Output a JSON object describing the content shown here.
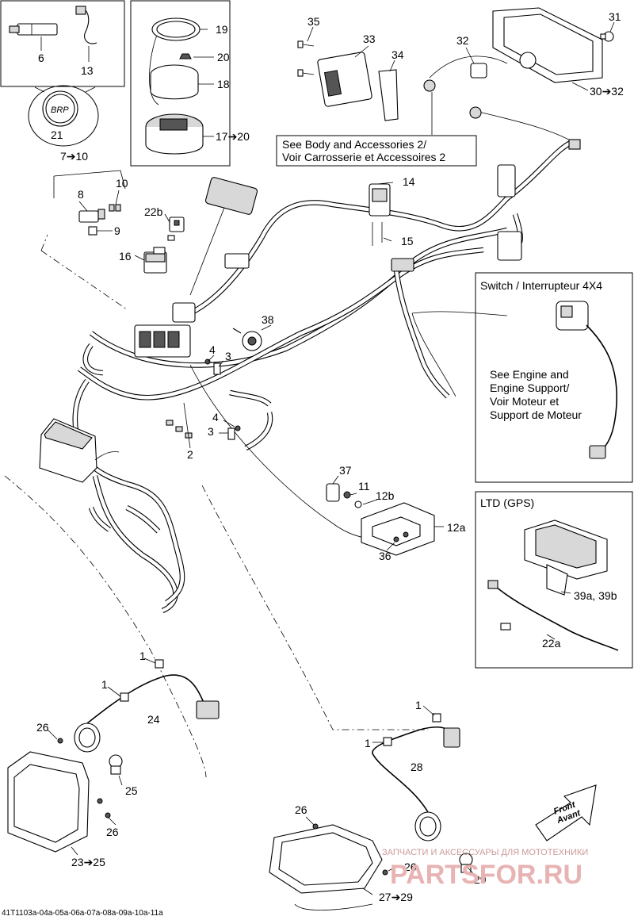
{
  "callouts": {
    "c6": "6",
    "c13": "13",
    "c21": "21",
    "c19": "19",
    "c20": "20",
    "c18": "18",
    "c17_20": "17➔20",
    "c7_10": "7➔10",
    "c8": "8",
    "c10": "10",
    "c9": "9",
    "c22b": "22b",
    "c16": "16",
    "c35": "35",
    "c33": "33",
    "c34": "34",
    "c31": "31",
    "c32": "32",
    "c30_32": "30➔32",
    "c14": "14",
    "c15": "15",
    "c38": "38",
    "c4a": "4",
    "c3a": "3",
    "c4b": "4",
    "c3b": "3",
    "c2": "2",
    "c37": "37",
    "c11": "11",
    "c12b": "12b",
    "c12a": "12a",
    "c36": "36",
    "c1a": "1",
    "c1b": "1",
    "c24": "24",
    "c26a": "26",
    "c25": "25",
    "c26b": "26",
    "c23_25": "23➔25",
    "c1c": "1",
    "c1d": "1",
    "c28": "28",
    "c26c": "26",
    "c26d": "26",
    "c29": "29",
    "c27_29": "27➔29",
    "c39": "39a, 39b",
    "c22a": "22a"
  },
  "notes": {
    "body_line1": "See Body and Accessories 2/",
    "body_line2": "Voir Carrosserie et Accessoires 2",
    "switch_title": "Switch / Interrupteur 4X4",
    "engine_line1": "See Engine and",
    "engine_line2": "Engine Support/",
    "engine_line3": "Voir Moteur et",
    "engine_line4": "Support de Moteur",
    "ltd_title": "LTD (GPS)",
    "front_line1": "Front",
    "front_line2": "Avant"
  },
  "footer": {
    "ref_code": "41T1103a-04a-05a-06a-07a-08a-09a-10a-11a"
  },
  "watermark": {
    "tagline": "ЗАПЧАСТИ И АКСЕССУАРЫ ДЛЯ МОТОТЕХНИКИ",
    "brand": "PARTSFOR.RU"
  }
}
